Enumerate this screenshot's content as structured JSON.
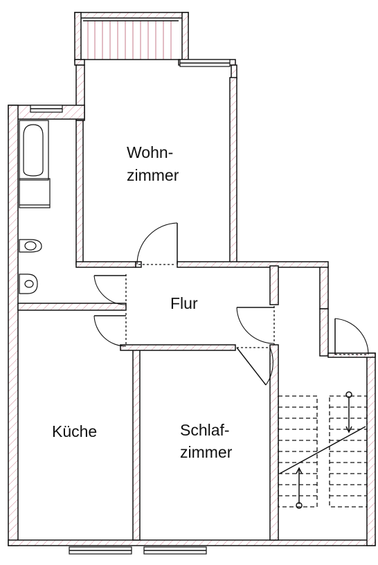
{
  "plan": {
    "rooms": {
      "wohnzimmer": [
        "Wohn-",
        "zimmer"
      ],
      "flur": "Flur",
      "kueche": "Küche",
      "schlafzimmer": [
        "Schlaf-",
        "zimmer"
      ]
    }
  }
}
